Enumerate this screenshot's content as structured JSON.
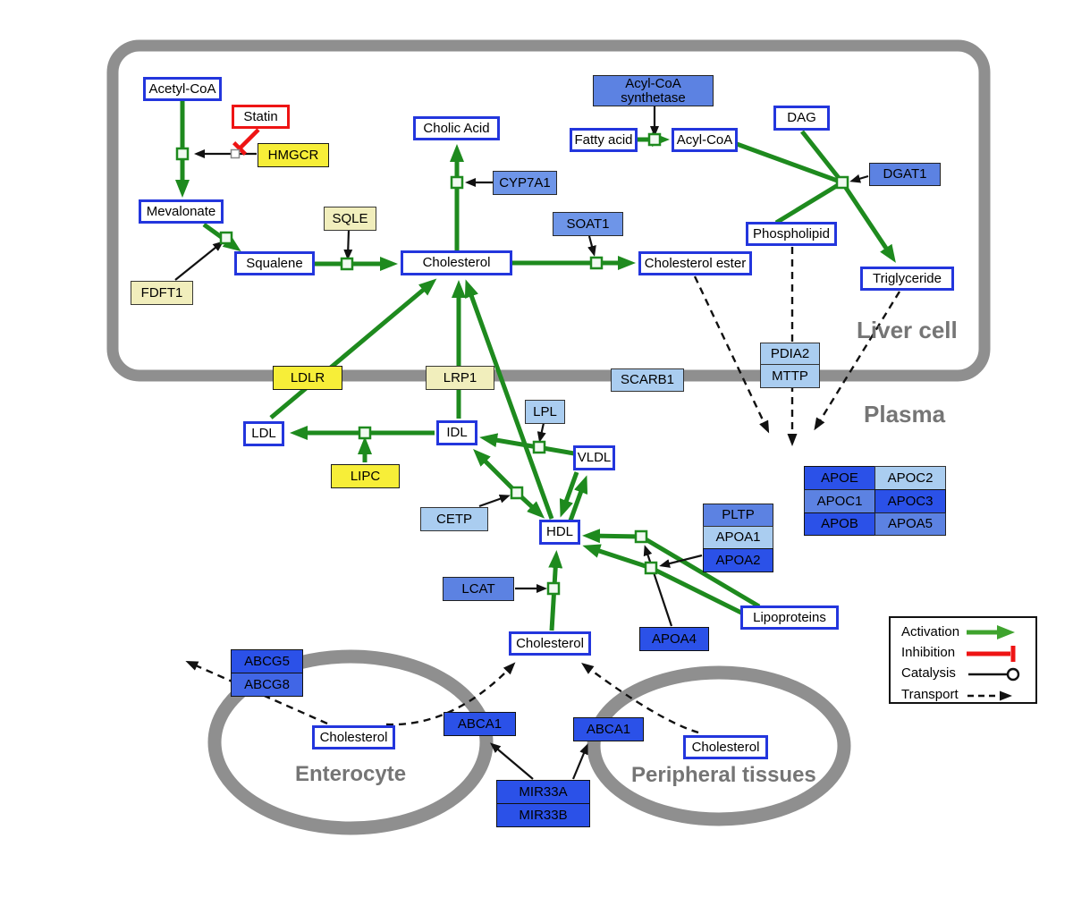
{
  "compartments": {
    "liver": "Liver cell",
    "plasma": "Plasma",
    "enterocyte": "Enterocyte",
    "peripheral": "Peripheral tissues"
  },
  "legend": {
    "activation": "Activation",
    "inhibition": "Inhibition",
    "catalysis": "Catalysis",
    "transport": "Transport"
  },
  "nodes": {
    "acetyl_coa": "Acetyl-CoA",
    "statin": "Statin",
    "hmgcr": "HMGCR",
    "mevalonate": "Mevalonate",
    "fdft1": "FDFT1",
    "squalene": "Squalene",
    "sqle": "SQLE",
    "cholic_acid": "Cholic Acid",
    "cyp7a1": "CYP7A1",
    "cholesterol_liver": "Cholesterol",
    "soat1": "SOAT1",
    "cholesterol_ester": "Cholesterol ester",
    "acyl_coa_synthetase": "Acyl-CoA synthetase",
    "fatty_acid": "Fatty acid",
    "acyl_coa": "Acyl-CoA",
    "dag": "DAG",
    "dgat1": "DGAT1",
    "phospholipid": "Phospholipid",
    "triglyceride": "Triglyceride",
    "pdia2": "PDIA2",
    "mttp": "MTTP",
    "ldlr": "LDLR",
    "lrp1": "LRP1",
    "scarb1": "SCARB1",
    "ldl": "LDL",
    "idl": "IDL",
    "lpl": "LPL",
    "vldl": "VLDL",
    "lipc": "LIPC",
    "cetp": "CETP",
    "hdl": "HDL",
    "pltp": "PLTP",
    "apoa1": "APOA1",
    "apoa2": "APOA2",
    "apoe": "APOE",
    "apoc2": "APOC2",
    "apoc1": "APOC1",
    "apoc3": "APOC3",
    "apob": "APOB",
    "apoa5": "APOA5",
    "lcat": "LCAT",
    "apoa4": "APOA4",
    "lipoproteins": "Lipoproteins",
    "cholesterol_plasma": "Cholesterol",
    "abcg5": "ABCG5",
    "abcg8": "ABCG8",
    "cholesterol_enterocyte": "Cholesterol",
    "abca1_left": "ABCA1",
    "abca1_right": "ABCA1",
    "cholesterol_peripheral": "Cholesterol",
    "mir33a": "MIR33A",
    "mir33b": "MIR33B"
  },
  "colors": {
    "activation_green": "#1e8a1e",
    "legend_green": "#3fa32e",
    "inhibition_red": "#ee1414",
    "membrane_gray": "#8f8f8f",
    "metabolite_border_blue": "#2336dd",
    "strong_blue": "#2b51e8",
    "medium_blue": "#5c82e2",
    "light_blue": "#aacdf0",
    "yellow": "#f7ee38",
    "pale_yellow": "#f1eebc"
  }
}
